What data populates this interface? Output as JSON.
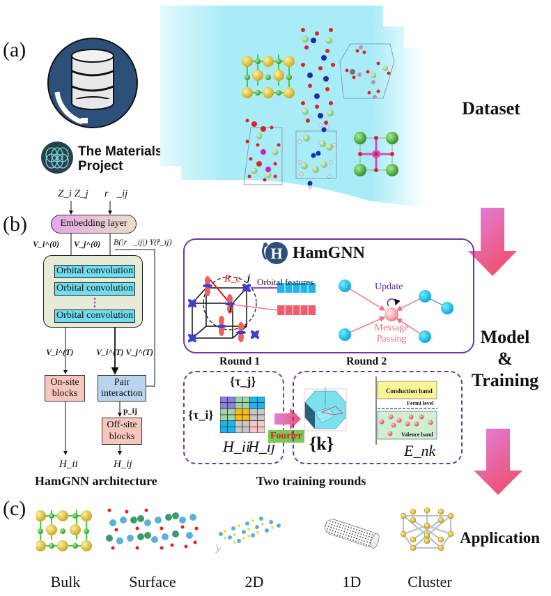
{
  "panels": {
    "a": {
      "label": "(a)",
      "logo_text_line1": "The Materials",
      "logo_text_line2": "Project",
      "section_label": "Dataset",
      "icons": [
        "database-icon",
        "materials-project-logo-icon"
      ],
      "structures": [
        "crystal-structure-1",
        "crystal-structure-2",
        "crystal-structure-3",
        "crystal-structure-4",
        "crystal-structure-5",
        "crystal-structure-6"
      ]
    },
    "b": {
      "label": "(b)",
      "architecture": {
        "inputs": {
          "atoms": "Z_i Z_j",
          "vector": "r⃗_ij"
        },
        "embedding_layer": "Embedding layer",
        "embedding_outputs": {
          "vi0": "V_i^(0)",
          "vj0": "V_j^(0)",
          "basis": "B(|r⃗_ij|) Y(r̂_ij)"
        },
        "conv_layers": [
          "Orbital convolution",
          "Orbital convolution",
          "Orbital convolution"
        ],
        "ellipsis": "⋮",
        "conv_outputs": {
          "left": "V_i^(T)",
          "right": "V_i^(T) V_j^(T)"
        },
        "onsite_block": "On-site blocks",
        "pair_block": "Pair interaction",
        "pair_output": "p_ij",
        "offsite_block": "Off-site blocks",
        "outputs": {
          "hii": "H_ii",
          "hij": "H_ij"
        },
        "caption": "HamGNN architecture"
      },
      "hamgnn_box": {
        "title": "HamGNN",
        "rc_label": "R_c",
        "i_label": "i",
        "j_label": "j",
        "orbital_features": "Orbital features",
        "update_label": "Update",
        "message_label_line1": "Message",
        "message_label_line2": "Passing"
      },
      "training": {
        "round1_label": "Round 1",
        "round2_label": "Round 2",
        "tau_j": "{τ_j}",
        "tau_i": "{τ_i}",
        "h_ii": "H_ii",
        "h_ij": "H_ij",
        "fourier": "Fourier",
        "k_set": "{k}",
        "conduction_band": "Conduction band",
        "fermi_level": "Fermi level",
        "valence_band": "Valence band",
        "e_nk": "E_nk",
        "caption": "Two training rounds",
        "matrix_colors": [
          [
            "#8c7fe0",
            "#8c7fe0",
            "#a3d3a8",
            "#a3d3a8",
            "#1eb4ec",
            "#1eb4ec"
          ],
          [
            "#8c7fe0",
            "#8c7fe0",
            "#a3d3a8",
            "#a3d3a8",
            "#1eb4ec",
            "#1eb4ec"
          ],
          [
            "#a3d3a8",
            "#a3d3a8",
            "#fdbb10",
            "#fdbb10",
            "#c8c8c8",
            "#c8c8c8"
          ],
          [
            "#a3d3a8",
            "#a3d3a8",
            "#fdbb10",
            "#fdbb10",
            "#c8c8c8",
            "#c8c8c8"
          ],
          [
            "#1eb4ec",
            "#1eb4ec",
            "#c8c8c8",
            "#c8c8c8",
            "#f8c8c8",
            "#f8c8c8"
          ],
          [
            "#1eb4ec",
            "#1eb4ec",
            "#c8c8c8",
            "#c8c8c8",
            "#f8c8c8",
            "#f8c8c8"
          ]
        ]
      },
      "section_label_line1": "Model",
      "section_label_line2": "&",
      "section_label_line3": "Training"
    },
    "c": {
      "label": "(c)",
      "section_label": "Application",
      "items": [
        {
          "name": "bulk",
          "label": "Bulk"
        },
        {
          "name": "surface",
          "label": "Surface"
        },
        {
          "name": "2d",
          "label": "2D"
        },
        {
          "name": "1d",
          "label": "1D"
        },
        {
          "name": "cluster",
          "label": "Cluster"
        }
      ]
    }
  },
  "colors": {
    "database_circle": "#2c5079",
    "hamgnn_border": "#6a3aa0",
    "dashed_border": "#6a3aa0",
    "conv_cell": "#6fdcef",
    "conv_container": "#e6ebd7",
    "embedding_start": "#e6a6e6",
    "embedding_end": "#e8e0c8",
    "onsite_fill": "#f7c6bc",
    "pair_fill": "#b9d4ee",
    "arrow_top": "#de82e0",
    "arrow_bottom": "#f0506e",
    "fourier_fill": "#7cc856",
    "fourier_text": "#d81e1e",
    "conduction_fill": "#fbf59a",
    "valence_fill": "#cdf0d2",
    "dataset_bg": "#a8ecf8"
  }
}
